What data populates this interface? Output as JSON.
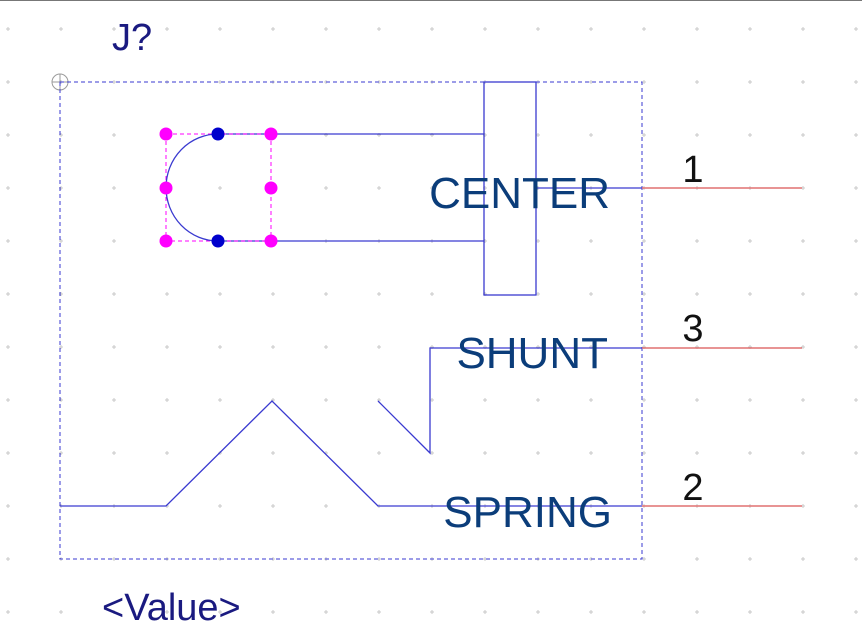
{
  "component": {
    "reference": "J?",
    "value": "<Value>"
  },
  "pins": [
    {
      "number": "1",
      "name": "CENTER"
    },
    {
      "number": "3",
      "name": "SHUNT"
    },
    {
      "number": "2",
      "name": "SPRING"
    }
  ],
  "colors": {
    "background": "#ffffff",
    "grid_dot": "#c8c8c8",
    "body_outline": "#3a3ad0",
    "pin_line": "#e07070",
    "pin_name_text": "#0b3d7a",
    "pin_number_text": "#111111",
    "reference_text": "#1a1a80",
    "selection_handle": "#ff00ff",
    "selection_anchor": "#0000cc"
  }
}
